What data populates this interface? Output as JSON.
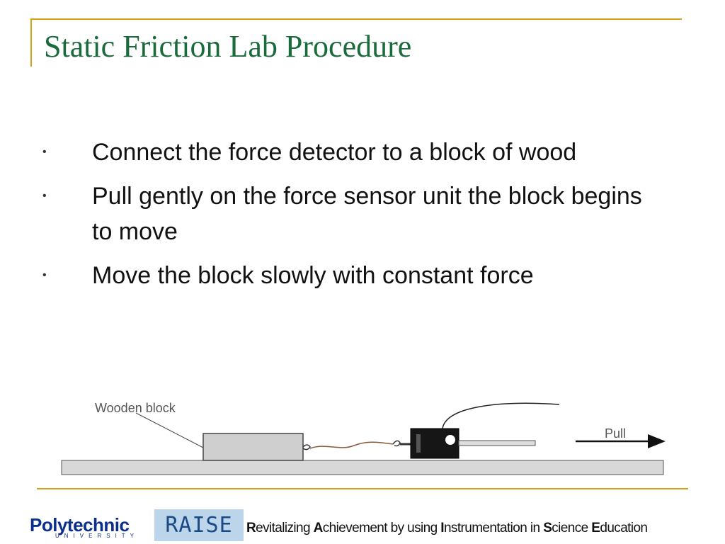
{
  "slide": {
    "title": "Static Friction Lab Procedure",
    "bullet_glyph": "•",
    "bullets": [
      "Connect the force detector to a block of wood",
      "Pull gently on the force sensor unit the block begins to move",
      "Move the block slowly with constant force"
    ]
  },
  "diagram": {
    "block_label": "Wooden block",
    "pull_label": "Pull"
  },
  "footer": {
    "logo_name": "Polytechnic",
    "logo_sub": "UNIVERSITY",
    "raise": "RAISE",
    "tagline_parts": [
      {
        "initial": "R",
        "rest": "evitalizing "
      },
      {
        "initial": "A",
        "rest": "chievement by using "
      },
      {
        "initial": "I",
        "rest": "nstrumentation in "
      },
      {
        "initial": "S",
        "rest": "cience "
      },
      {
        "initial": "E",
        "rest": "ducation"
      }
    ]
  },
  "colors": {
    "accent": "#d4a017",
    "title": "#1a6b3c",
    "brand": "#0b2f8a"
  }
}
